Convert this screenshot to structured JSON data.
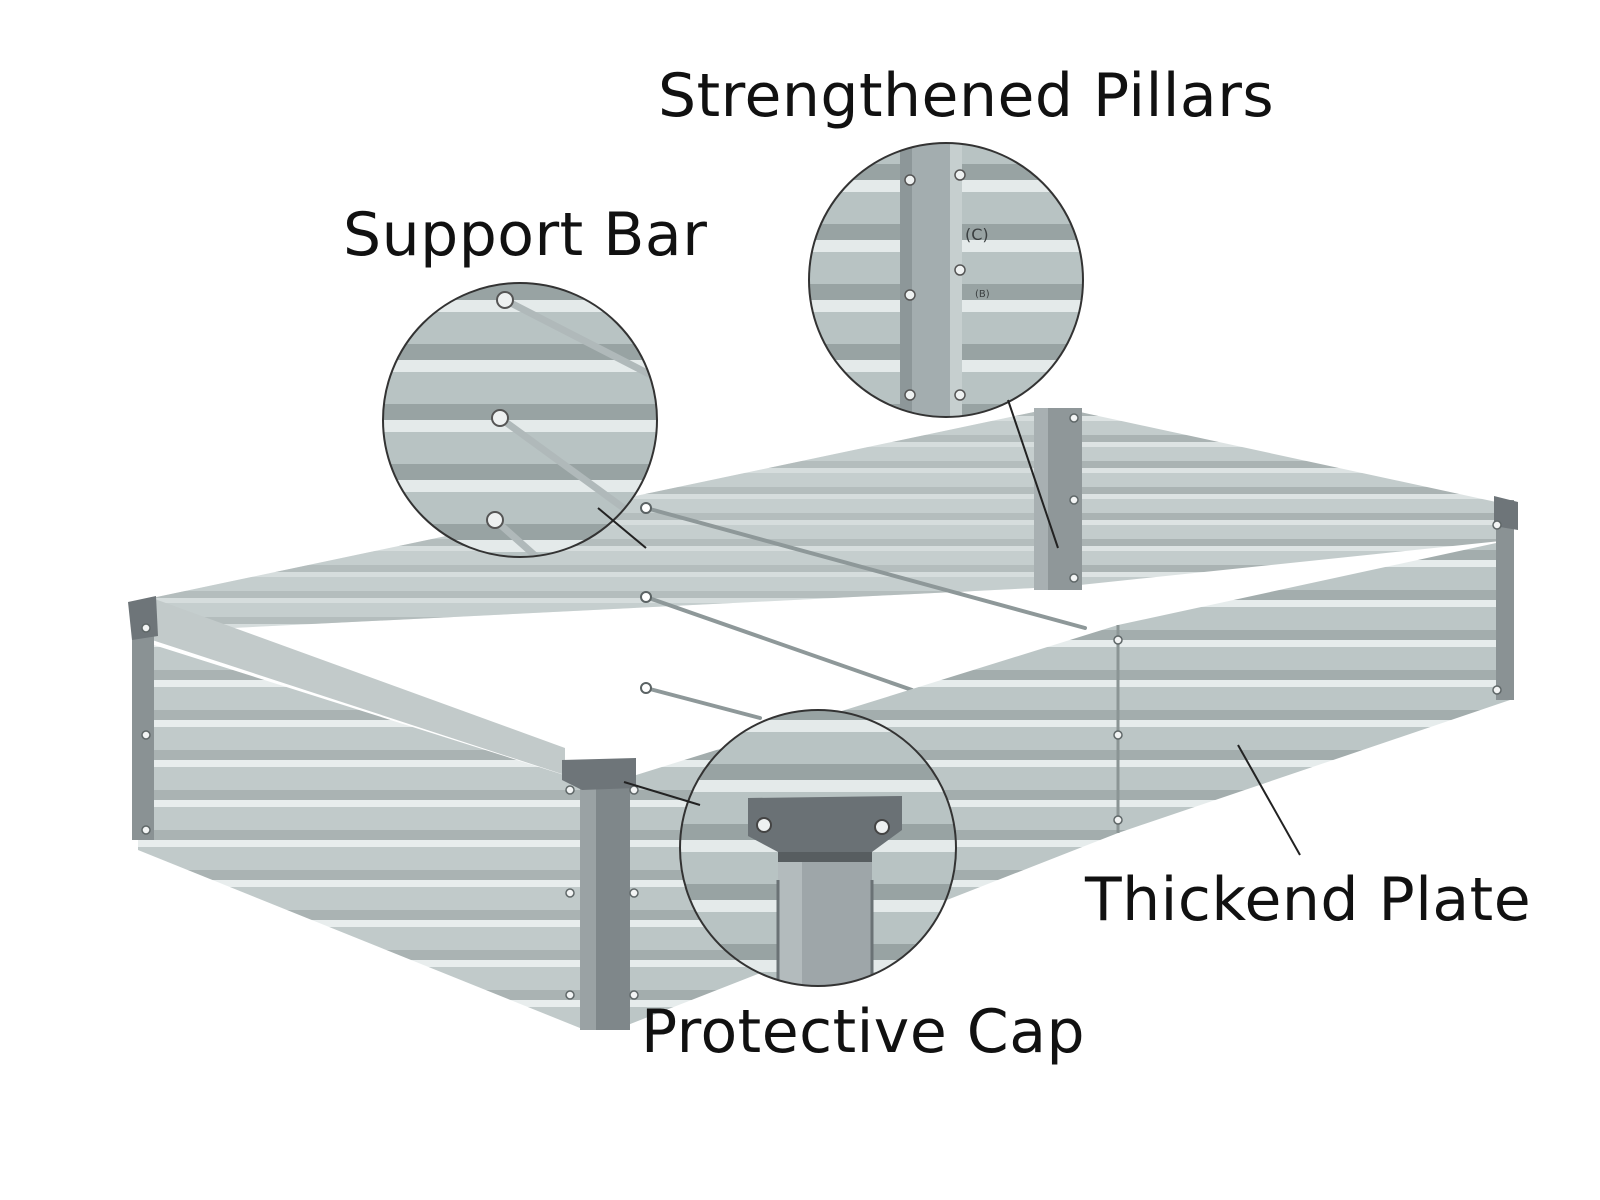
{
  "callouts": {
    "strengthened_pillars": "Strengthened Pillars",
    "support_bar": "Support Bar",
    "thickend_plate": "Thickend Plate",
    "protective_cap": "Protective Cap"
  },
  "pillar_marks": {
    "c": "(C)",
    "b": "(B)"
  },
  "colors": {
    "background": "#ffffff",
    "panel_metal": "#bcc6c6",
    "panel_shadow": "#9aa5a5",
    "panel_highlight": "#e6ecec",
    "post_gray": "#7f878a",
    "cap_gray": "#6e7579",
    "leader_line": "#222222",
    "text": "#111111"
  }
}
